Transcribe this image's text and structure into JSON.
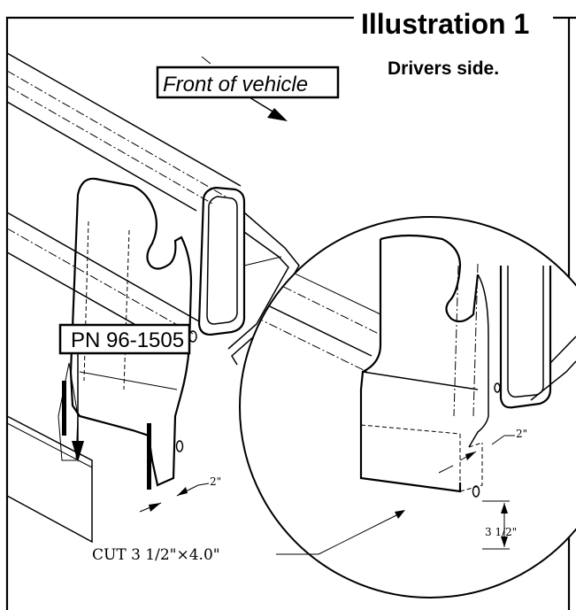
{
  "illustration": {
    "title": "Illustration 1",
    "subtitle": "Drivers side."
  },
  "labels": {
    "front_of_vehicle": "Front of vehicle",
    "part_number": "PN 96-1505",
    "cut_note": "CUT  3 1/2\"×4.0\""
  },
  "dimensions": {
    "left_offset": "2\"",
    "detail_offset": "2\"",
    "detail_height": "3 1/2\""
  }
}
